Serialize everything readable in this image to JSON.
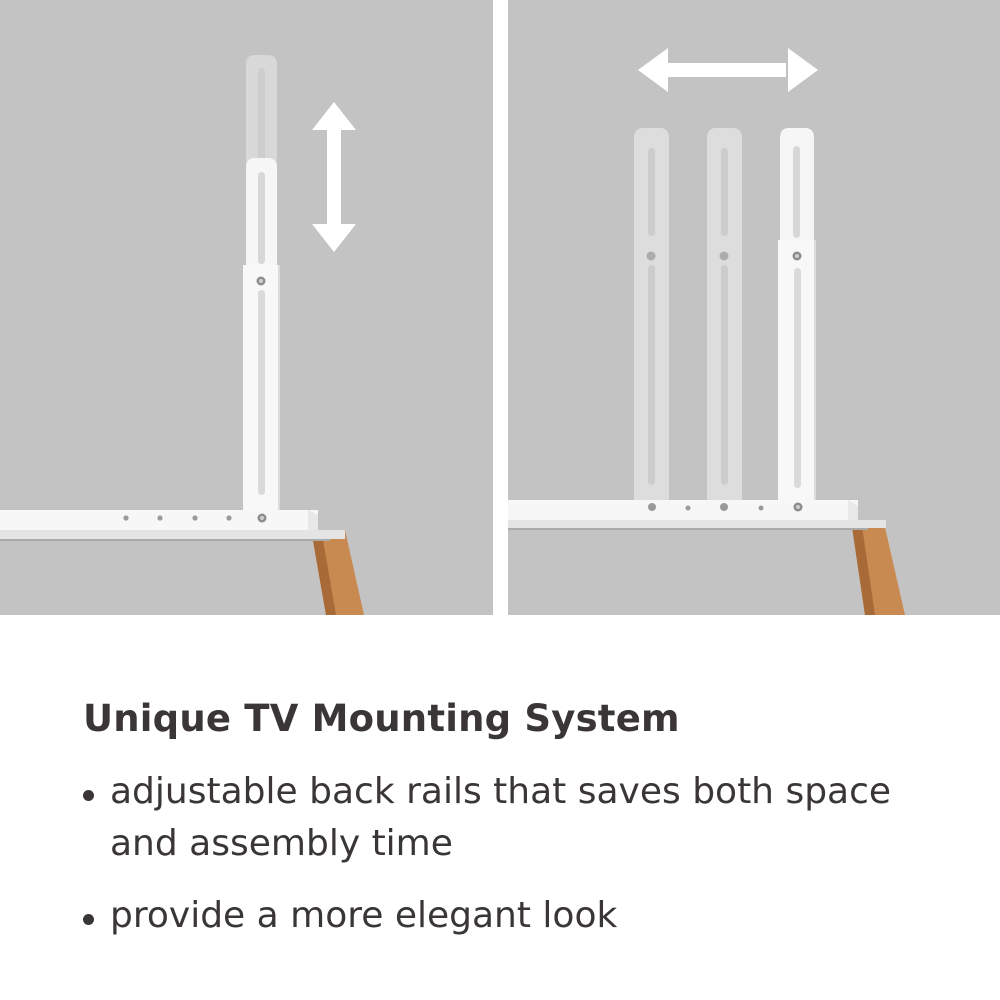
{
  "colors": {
    "panel_background": "#c3c3c3",
    "rail": "#f6f6f6",
    "rail_shadow": "#d8d8d8",
    "wood_leg": "#c98a52",
    "arrow": "#ffffff",
    "text": "#3a3637"
  },
  "icons": {
    "left_panel_arrow": "double-arrow-vertical-icon",
    "right_panel_arrow": "double-arrow-horizontal-icon"
  },
  "caption": {
    "title": "Unique TV Mounting System",
    "bullets": [
      "adjustable back rails that saves both space and assembly time",
      "provide a more elegant look"
    ]
  }
}
